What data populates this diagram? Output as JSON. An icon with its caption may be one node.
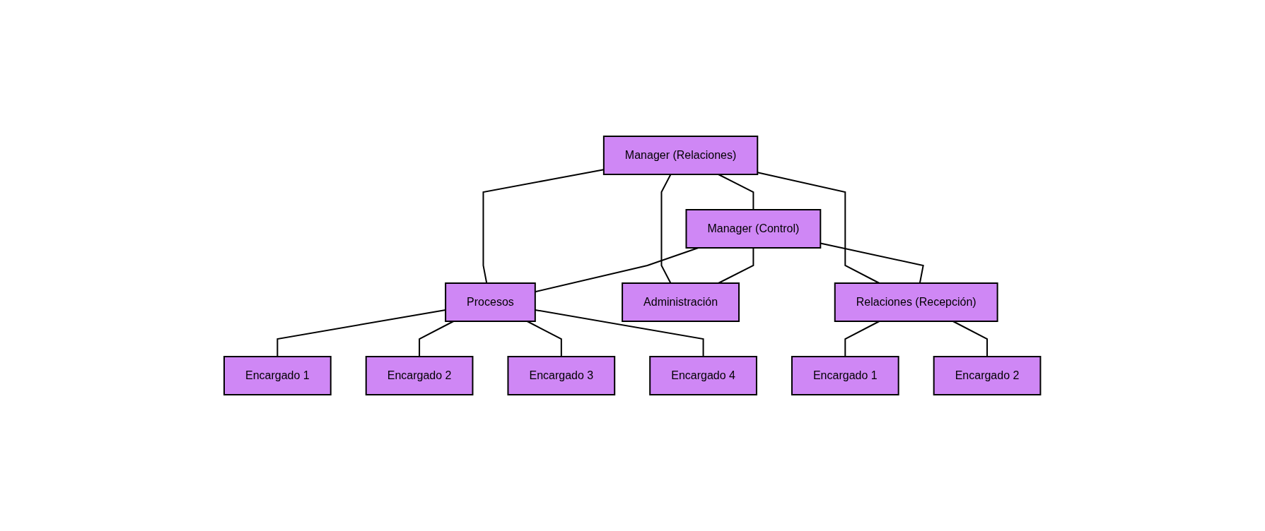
{
  "diagram": {
    "nodes": [
      {
        "text": [
          "Manager (Relaciones)"
        ]
      },
      {
        "text": [
          "Manager (Control)"
        ]
      },
      {
        "text": [
          "Procesos"
        ]
      },
      {
        "text": [
          "Administración"
        ]
      },
      {
        "text": [
          "Relaciones (Recepción)"
        ]
      },
      {
        "text": [
          "Encargado 1"
        ]
      },
      {
        "text": [
          "Encargado 2"
        ]
      },
      {
        "text": [
          "Encargado 3"
        ]
      },
      {
        "text": [
          "Encargado 4"
        ]
      },
      {
        "text": [
          "Encargado 1"
        ]
      },
      {
        "text": [
          "Encargado 2"
        ]
      }
    ],
    "edges": [
      {
        "from": 0,
        "to": 1,
        "arrow": "none"
      },
      {
        "from": 0,
        "to": 2,
        "arrow": "none"
      },
      {
        "from": 0,
        "to": 3,
        "arrow": "none"
      },
      {
        "from": 0,
        "to": 4,
        "arrow": "none"
      },
      {
        "from": 1,
        "to": 2,
        "arrow": "none"
      },
      {
        "from": 1,
        "to": 3,
        "arrow": "none"
      },
      {
        "from": 1,
        "to": 4,
        "arrow": "none"
      },
      {
        "from": 2,
        "to": 5,
        "arrow": "none"
      },
      {
        "from": 2,
        "to": 6,
        "arrow": "none"
      },
      {
        "from": 2,
        "to": 7,
        "arrow": "none"
      },
      {
        "from": 2,
        "to": 8,
        "arrow": "none"
      },
      {
        "from": 4,
        "to": 9,
        "arrow": "none"
      },
      {
        "from": 4,
        "to": 10,
        "arrow": "none"
      }
    ]
  }
}
